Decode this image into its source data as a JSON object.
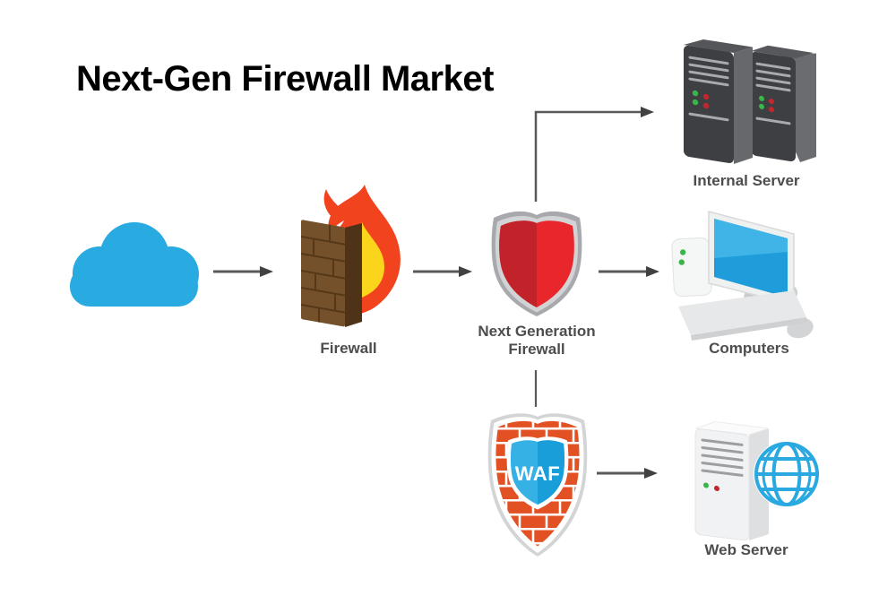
{
  "title": "Next-Gen Firewall Market",
  "nodes": {
    "firewall": {
      "label": "Firewall"
    },
    "ngfw": {
      "label": "Next Generation\nFirewall"
    },
    "waf": {
      "badge": "WAF"
    },
    "internal_server": {
      "label": "Internal Server"
    },
    "computers": {
      "label": "Computers"
    },
    "web_server": {
      "label": "Web Server"
    }
  },
  "colors": {
    "cloud_blue": "#29abe2",
    "flame_red": "#f2431f",
    "flame_yellow": "#fbd51b",
    "wall_front": "#74512a",
    "wall_side": "#4e3318",
    "wall_mortar": "#553818",
    "shield_rim": "#a7a9ac",
    "shield_red_light": "#e8262b",
    "shield_red_dark": "#c2232a",
    "waf_brick": "#e25123",
    "waf_blue_light": "#35b1e5",
    "waf_blue_dark": "#1a9ed9",
    "server_front": "#3e3f42",
    "server_side": "#67686b",
    "led_green": "#3ab54a",
    "led_red": "#c1272d",
    "screen_blue": "#1f9ddb",
    "globe_blue": "#2aa9e0",
    "arrow_line": "#58595b",
    "arrow_head": "#414042",
    "label_gray": "#4d4d4d",
    "title_black": "#000000"
  }
}
